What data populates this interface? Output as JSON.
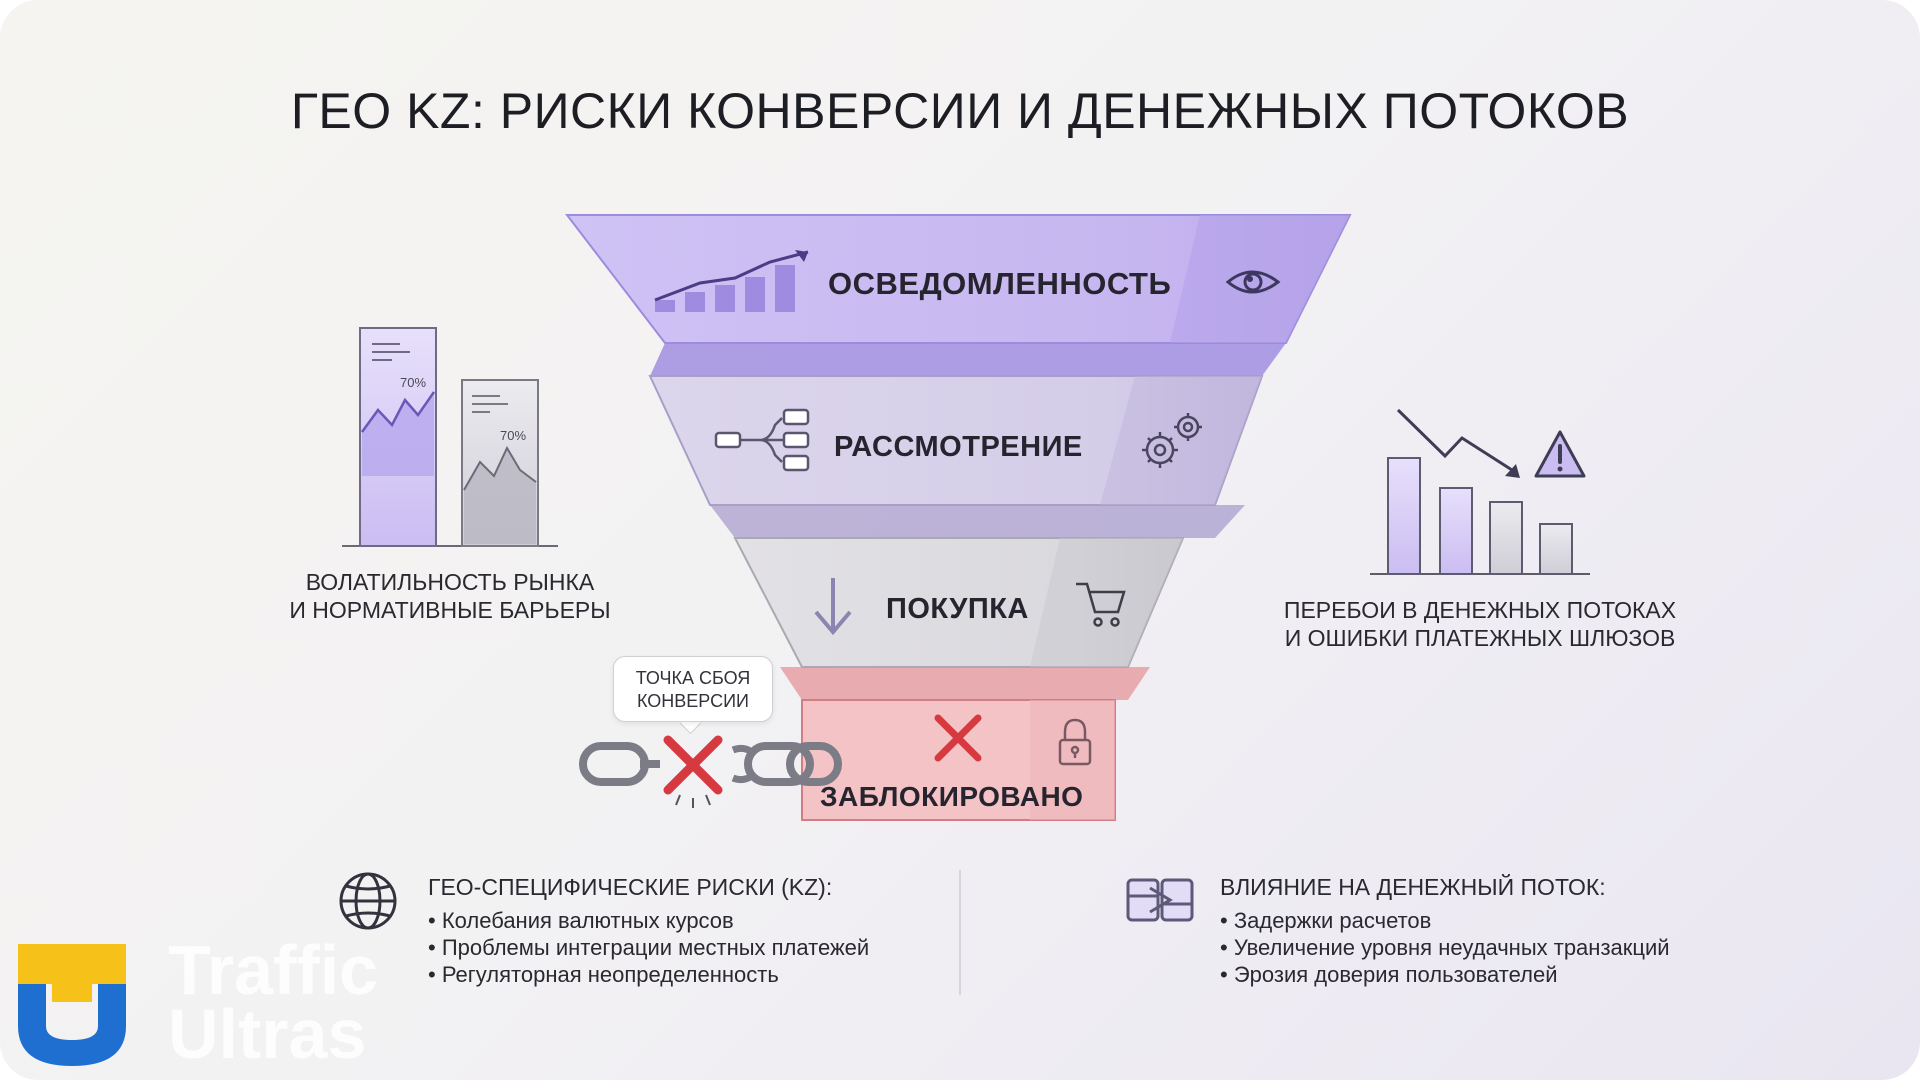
{
  "title": "ГЕО KZ: РИСКИ КОНВЕРСИИ И ДЕНЕЖНЫХ ПОТОКОВ",
  "funnel": {
    "stages": [
      {
        "label": "ОСВЕДОМЛЕННОСТЬ",
        "icon": "eye-icon",
        "left_icon": "growth-chart-icon",
        "color": "#cdbff3"
      },
      {
        "label": "РАССМОТРЕНИЕ",
        "icon": "gears-icon",
        "left_icon": "branch-nodes-icon",
        "color": "#d9d3ea"
      },
      {
        "label": "ПОКУПКА",
        "icon": "shopping-cart-icon",
        "left_icon": "arrow-down-icon",
        "color": "#dedde2"
      }
    ],
    "blocked": {
      "label": "ЗАБЛОКИРОВАНО",
      "icon": "lock-icon",
      "mark": "x-icon",
      "color": "#f3c3c6"
    }
  },
  "callout": {
    "line1": "ТОЧКА СБОЯ",
    "line2": "КОНВЕРСИИ"
  },
  "left_panel": {
    "chart1_badge": "70%",
    "chart2_badge": "70%",
    "caption_line1": "ВОЛАТИЛЬНОСТЬ РЫНКА",
    "caption_line2": "И НОРМАТИВНЫЕ БАРЬЕРЫ"
  },
  "right_panel": {
    "caption_line1": "ПЕРЕБОИ В ДЕНЕЖНЫХ ПОТОКАХ",
    "caption_line2": "И ОШИБКИ ПЛАТЕЖНЫХ ШЛЮЗОВ"
  },
  "geo_risks": {
    "icon": "globe-icon",
    "heading": "ГЕО-СПЕЦИФИЧЕСКИЕ РИСКИ (KZ):",
    "items": [
      "Колебания валютных курсов",
      "Проблемы интеграции местных платежей",
      "Регуляторная неопределенность"
    ]
  },
  "cashflow_impact": {
    "icon": "money-flow-icon",
    "heading": "ВЛИЯНИЕ НА ДЕНЕЖНЫЙ ПОТОК:",
    "items": [
      "Задержки расчетов",
      "Увеличение уровня неудачных транзакций",
      "Эрозия доверия пользователей"
    ]
  },
  "watermark": {
    "line1": "Traffic",
    "line2": "Ultras"
  },
  "colors": {
    "purple": "#b9a8ec",
    "purple_dark": "#8e79d6",
    "red": "#d6393f",
    "gray": "#8a8a94"
  }
}
